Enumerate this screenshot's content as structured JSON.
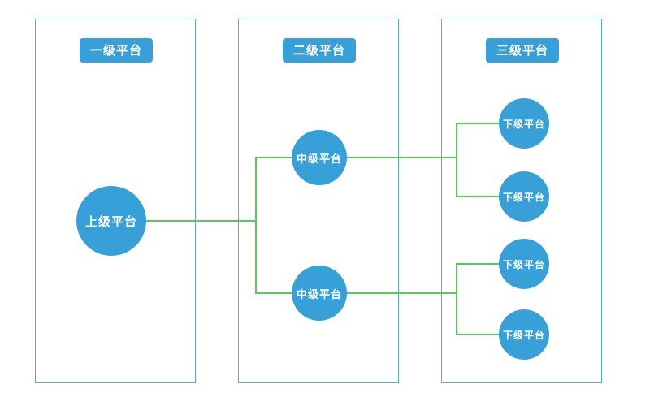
{
  "diagram": {
    "columns": [
      {
        "id": "level-1",
        "header": "一级平台"
      },
      {
        "id": "level-2",
        "header": "二级平台"
      },
      {
        "id": "level-3",
        "header": "三级平台"
      }
    ],
    "nodes": [
      {
        "id": "root",
        "level": "level-1",
        "label": "上级平台"
      },
      {
        "id": "mid-1",
        "level": "level-2",
        "label": "中级平台"
      },
      {
        "id": "mid-2",
        "level": "level-2",
        "label": "中级平台"
      },
      {
        "id": "leaf-1",
        "level": "level-3",
        "label": "下级平台"
      },
      {
        "id": "leaf-2",
        "level": "level-3",
        "label": "下级平台"
      },
      {
        "id": "leaf-3",
        "level": "level-3",
        "label": "下级平台"
      },
      {
        "id": "leaf-4",
        "level": "level-3",
        "label": "下级平台"
      }
    ],
    "edges": [
      {
        "from": "root",
        "to": "mid-1"
      },
      {
        "from": "root",
        "to": "mid-2"
      },
      {
        "from": "mid-1",
        "to": "leaf-1"
      },
      {
        "from": "mid-1",
        "to": "leaf-2"
      },
      {
        "from": "mid-2",
        "to": "leaf-3"
      },
      {
        "from": "mid-2",
        "to": "leaf-4"
      }
    ],
    "colors": {
      "node_fill": "#37a0d8",
      "node_text": "#ffffff",
      "column_border": "#5aabd3",
      "connector": "#5cc85c"
    }
  }
}
